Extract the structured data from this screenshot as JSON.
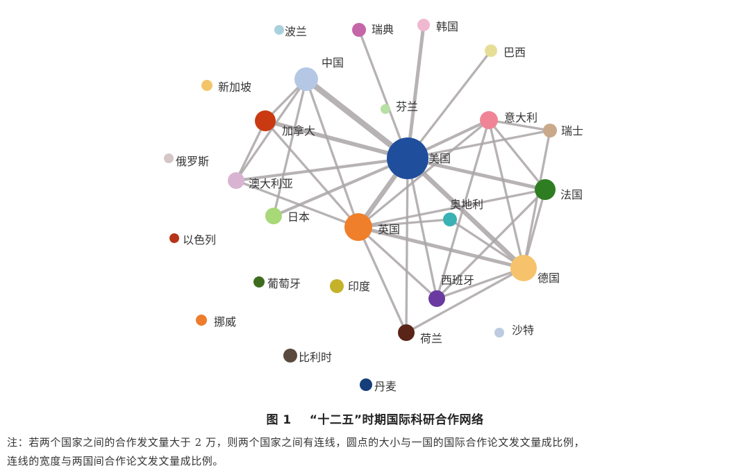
{
  "figure": {
    "number": "图 1",
    "title": "“十二五”时期国际科研合作网络"
  },
  "note": {
    "line1": "注：若两个国家之间的合作发文量大于 2 万，则两个国家之间有连线，圆点的大小与一国的国际合作论文发文量成比例，",
    "line2": "连线的宽度与两国间合作论文发文量成比例。"
  },
  "nodes": [
    {
      "id": "usa",
      "label": "美国",
      "color": "#1f4e9c",
      "weight": 30
    },
    {
      "id": "uk",
      "label": "英国",
      "color": "#ef7f2a",
      "weight": 20
    },
    {
      "id": "germany",
      "label": "德国",
      "color": "#f6c26b",
      "weight": 19
    },
    {
      "id": "china",
      "label": "中国",
      "color": "#b4c8e6",
      "weight": 17
    },
    {
      "id": "france",
      "label": "法国",
      "color": "#2f7d22",
      "weight": 15
    },
    {
      "id": "canada",
      "label": "加拿大",
      "color": "#c93a12",
      "weight": 15
    },
    {
      "id": "italy",
      "label": "意大利",
      "color": "#ef8497",
      "weight": 13
    },
    {
      "id": "australia",
      "label": "澳大利亚",
      "color": "#d9b4d2",
      "weight": 12
    },
    {
      "id": "japan",
      "label": "日本",
      "color": "#a8d878",
      "weight": 12
    },
    {
      "id": "spain",
      "label": "西班牙",
      "color": "#6a3aa0",
      "weight": 12
    },
    {
      "id": "netherlands",
      "label": "荷兰",
      "color": "#5a2416",
      "weight": 12
    },
    {
      "id": "austria",
      "label": "奥地利",
      "color": "#3ab1b4",
      "weight": 10
    },
    {
      "id": "switzerland",
      "label": "瑞士",
      "color": "#c9a98a",
      "weight": 10
    },
    {
      "id": "sweden",
      "label": "瑞典",
      "color": "#c566a8",
      "weight": 10
    },
    {
      "id": "korea",
      "label": "韩国",
      "color": "#f0b8cf",
      "weight": 9
    },
    {
      "id": "brazil",
      "label": "巴西",
      "color": "#e6de96",
      "weight": 9
    },
    {
      "id": "finland",
      "label": "芬兰",
      "color": "#b8dfa4",
      "weight": 7
    },
    {
      "id": "poland",
      "label": "波兰",
      "color": "#a9d0dd",
      "weight": 7
    },
    {
      "id": "singapore",
      "label": "新加坡",
      "color": "#f3c56a",
      "weight": 8
    },
    {
      "id": "russia",
      "label": "俄罗斯",
      "color": "#d5c7c7",
      "weight": 7
    },
    {
      "id": "israel",
      "label": "以色列",
      "color": "#b7341a",
      "weight": 7
    },
    {
      "id": "portugal",
      "label": "葡萄牙",
      "color": "#3e6c1e",
      "weight": 8
    },
    {
      "id": "india",
      "label": "印度",
      "color": "#c4b22a",
      "weight": 10
    },
    {
      "id": "norway",
      "label": "挪威",
      "color": "#ee7c2c",
      "weight": 8
    },
    {
      "id": "saudi",
      "label": "沙特",
      "color": "#bccbe0",
      "weight": 7
    },
    {
      "id": "belgium",
      "label": "比利时",
      "color": "#5a4a3e",
      "weight": 10
    },
    {
      "id": "denmark",
      "label": "丹麦",
      "color": "#153e7a",
      "weight": 9
    }
  ],
  "edges": [
    {
      "a": "usa",
      "b": "china",
      "w": 9
    },
    {
      "a": "usa",
      "b": "uk",
      "w": 7
    },
    {
      "a": "usa",
      "b": "germany",
      "w": 7
    },
    {
      "a": "usa",
      "b": "canada",
      "w": 6
    },
    {
      "a": "usa",
      "b": "france",
      "w": 5
    },
    {
      "a": "usa",
      "b": "korea",
      "w": 5
    },
    {
      "a": "usa",
      "b": "italy",
      "w": 4
    },
    {
      "a": "usa",
      "b": "australia",
      "w": 4
    },
    {
      "a": "usa",
      "b": "japan",
      "w": 4
    },
    {
      "a": "usa",
      "b": "brazil",
      "w": 3
    },
    {
      "a": "usa",
      "b": "sweden",
      "w": 3
    },
    {
      "a": "usa",
      "b": "switzerland",
      "w": 3
    },
    {
      "a": "usa",
      "b": "spain",
      "w": 3
    },
    {
      "a": "usa",
      "b": "netherlands",
      "w": 3
    },
    {
      "a": "uk",
      "b": "germany",
      "w": 5
    },
    {
      "a": "uk",
      "b": "china",
      "w": 3
    },
    {
      "a": "uk",
      "b": "australia",
      "w": 3
    },
    {
      "a": "uk",
      "b": "france",
      "w": 3
    },
    {
      "a": "uk",
      "b": "italy",
      "w": 3
    },
    {
      "a": "uk",
      "b": "canada",
      "w": 3
    },
    {
      "a": "uk",
      "b": "netherlands",
      "w": 3
    },
    {
      "a": "uk",
      "b": "spain",
      "w": 3
    },
    {
      "a": "uk",
      "b": "austria",
      "w": 3
    },
    {
      "a": "germany",
      "b": "france",
      "w": 3
    },
    {
      "a": "germany",
      "b": "italy",
      "w": 3
    },
    {
      "a": "germany",
      "b": "switzerland",
      "w": 3
    },
    {
      "a": "germany",
      "b": "spain",
      "w": 3
    },
    {
      "a": "germany",
      "b": "netherlands",
      "w": 3
    },
    {
      "a": "germany",
      "b": "austria",
      "w": 3
    },
    {
      "a": "france",
      "b": "italy",
      "w": 3
    },
    {
      "a": "france",
      "b": "spain",
      "w": 3
    },
    {
      "a": "china",
      "b": "canada",
      "w": 3
    },
    {
      "a": "china",
      "b": "australia",
      "w": 3
    },
    {
      "a": "china",
      "b": "japan",
      "w": 3
    },
    {
      "a": "canada",
      "b": "australia",
      "w": 3
    },
    {
      "a": "italy",
      "b": "spain",
      "w": 3
    },
    {
      "a": "italy",
      "b": "switzerland",
      "w": 3
    }
  ]
}
